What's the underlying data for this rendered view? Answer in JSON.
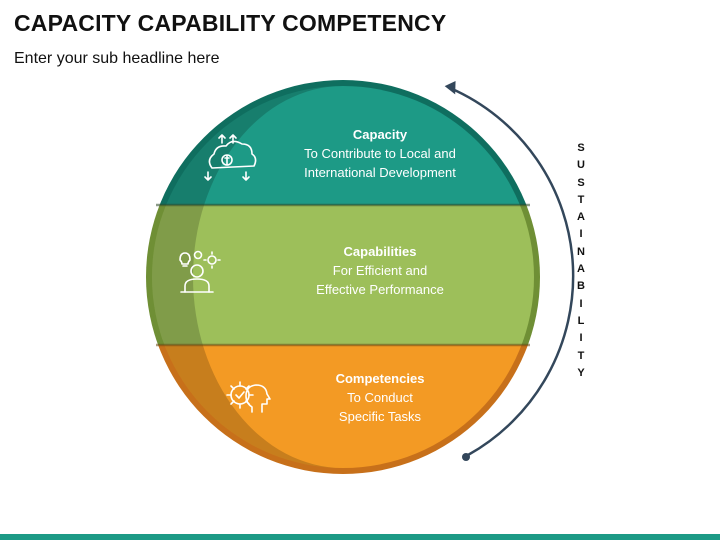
{
  "header": {
    "title": "CAPACITY CAPABILITY COMPETENCY",
    "subtitle": "Enter your sub headline here"
  },
  "segments": [
    {
      "heading": "Capacity",
      "line1": "To Contribute to Local and",
      "line2": "International Development",
      "icon": "money-cloud-icon",
      "color": "#1d9a86"
    },
    {
      "heading": "Capabilities",
      "line1": "For Efficient and",
      "line2": "Effective Performance",
      "icon": "person-ideas-icon",
      "color": "#9dbf5a"
    },
    {
      "heading": "Competencies",
      "line1": "To Conduct",
      "line2": "Specific Tasks",
      "icon": "gear-head-icon",
      "color": "#f39a24"
    }
  ],
  "side_label": {
    "letters": [
      "S",
      "U",
      "S",
      "T",
      "A",
      "I",
      "N",
      "A",
      "B",
      "I",
      "L",
      "I",
      "T",
      "Y"
    ],
    "arrow_color": "#33475b"
  }
}
